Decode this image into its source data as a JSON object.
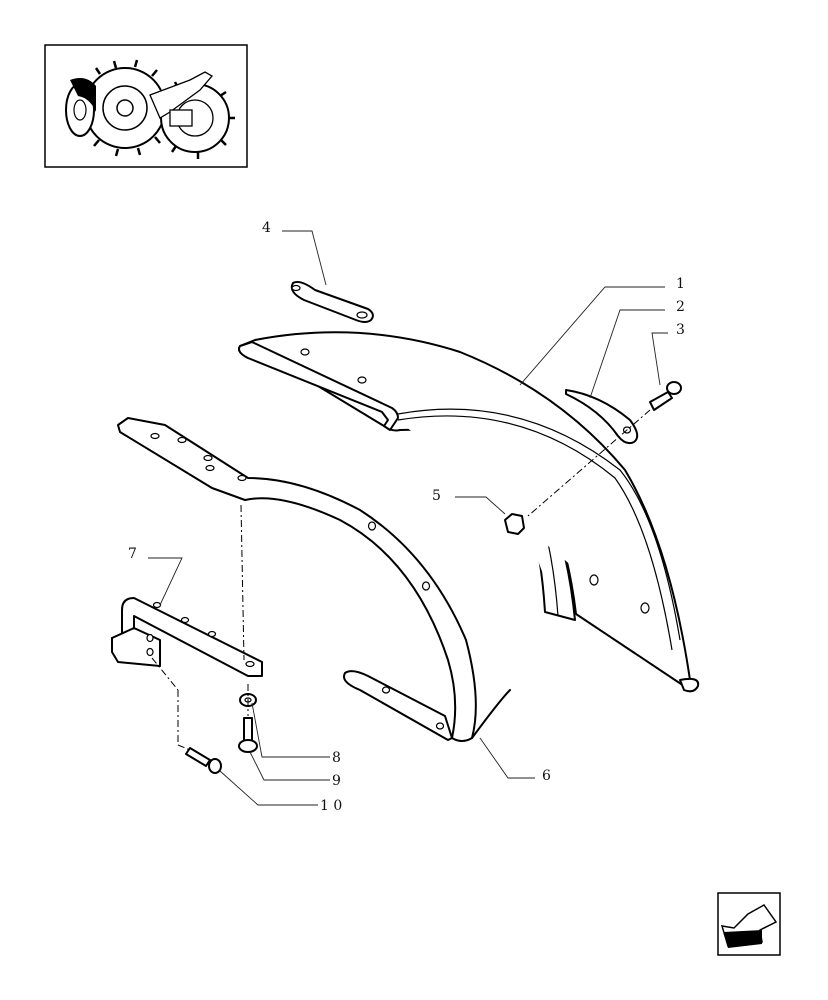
{
  "callouts": {
    "c1": "1",
    "c2": "2",
    "c3": "3",
    "c4": "4",
    "c5": "5",
    "c6": "6",
    "c7": "7",
    "c8": "8",
    "c9": "9",
    "c10": "1 0"
  },
  "icons": {
    "thumbnail": "tractor-thumbnail-icon",
    "nav": "next-page-arrow-icon"
  },
  "colors": {
    "line": "#000000",
    "background": "#ffffff"
  }
}
